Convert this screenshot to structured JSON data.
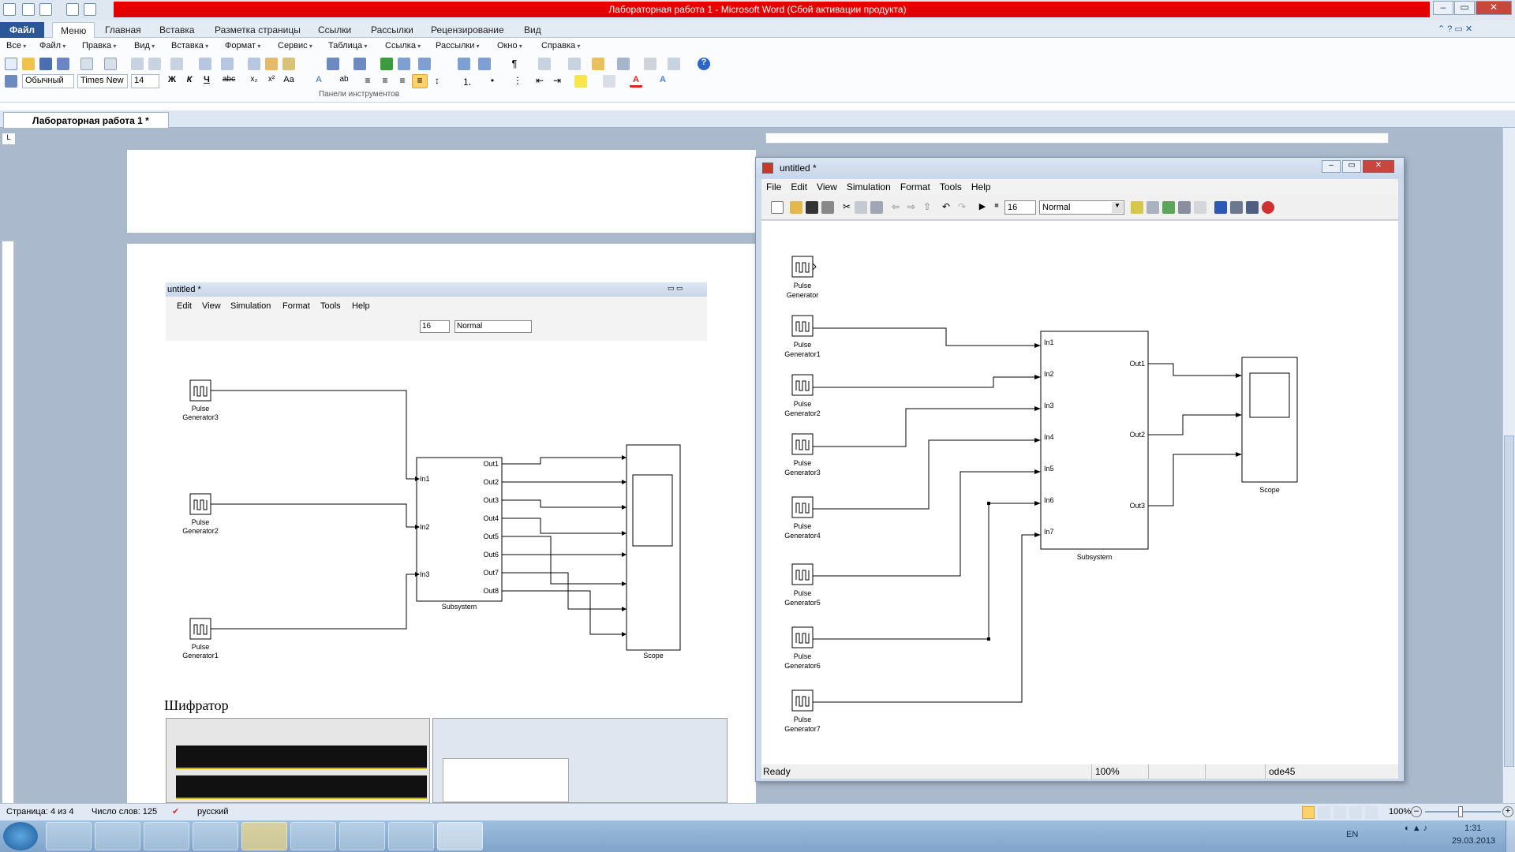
{
  "word": {
    "title": "Лабораторная работа 1  -  Microsoft Word (Сбой активации продукта)",
    "tabs": [
      "Файл",
      "Меню",
      "Главная",
      "Вставка",
      "Разметка страницы",
      "Ссылки",
      "Рассылки",
      "Рецензирование",
      "Вид"
    ],
    "menus": [
      "Все",
      "Файл",
      "Правка",
      "Вид",
      "Вставка",
      "Формат",
      "Сервис",
      "Таблица",
      "Ссылка",
      "Рассылки",
      "Окно",
      "Справка"
    ],
    "style_value": "Обычный",
    "font_value": "Times New",
    "size_value": "14",
    "toolbar_group_label": "Панели инструментов",
    "doc_tab": "Лабораторная работа 1  *",
    "heading_shifrator": "Шифратор"
  },
  "status": {
    "page": "Страница: 4 из 4",
    "words": "Число слов: 125",
    "lang": "русский",
    "zoom": "100%"
  },
  "taskbar": {
    "lang": "EN",
    "time": "1:31",
    "date": "29.03.2013"
  },
  "embedded_sim": {
    "title": "untitled *",
    "menu": [
      "Edit",
      "View",
      "Simulation",
      "Format",
      "Tools",
      "Help"
    ],
    "stop_time": "16",
    "mode": "Normal",
    "blocks": {
      "pg3": [
        "Pulse",
        "Generator3"
      ],
      "pg2": [
        "Pulse",
        "Generator2"
      ],
      "pg1": [
        "Pulse",
        "Generator1"
      ],
      "subsystem": "Subsystem",
      "scope": "Scope",
      "inports": [
        "In1",
        "In2",
        "In3"
      ],
      "outports": [
        "Out1",
        "Out2",
        "Out3",
        "Out4",
        "Out5",
        "Out6",
        "Out7",
        "Out8"
      ]
    }
  },
  "simulink": {
    "title": "untitled *",
    "menu": [
      "File",
      "Edit",
      "View",
      "Simulation",
      "Format",
      "Tools",
      "Help"
    ],
    "stop_time": "16",
    "mode": "Normal",
    "status_ready": "Ready",
    "status_zoom": "100%",
    "status_solver": "ode45",
    "generators": [
      [
        "Pulse",
        "Generator"
      ],
      [
        "Pulse",
        "Generator1"
      ],
      [
        "Pulse",
        "Generator2"
      ],
      [
        "Pulse",
        "Generator3"
      ],
      [
        "Pulse",
        "Generator4"
      ],
      [
        "Pulse",
        "Generator5"
      ],
      [
        "Pulse",
        "Generator6"
      ],
      [
        "Pulse",
        "Generator7"
      ]
    ],
    "inports": [
      "In1",
      "In2",
      "In3",
      "In4",
      "In5",
      "In6",
      "In7"
    ],
    "outports": [
      "Out1",
      "Out2",
      "Out3"
    ],
    "subsystem": "Subsystem",
    "scope": "Scope"
  },
  "colors": {
    "title_red": "#e50000",
    "doc_bg": "#abb9cc",
    "file_tab": "#2b5797"
  }
}
